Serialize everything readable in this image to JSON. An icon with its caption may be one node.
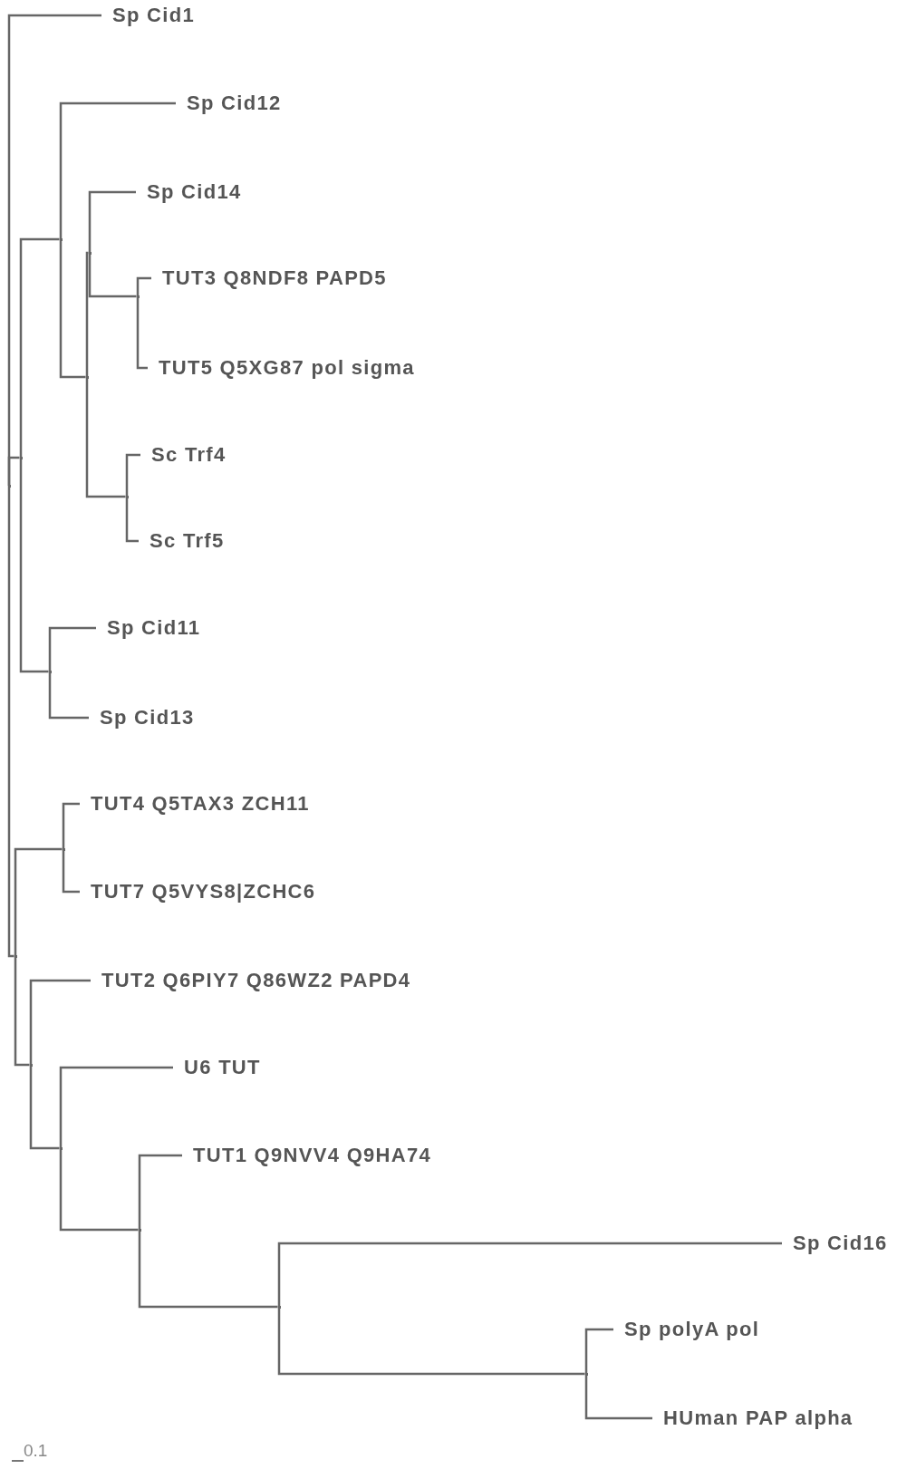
{
  "diagram": {
    "nodes": [
      {
        "text": [],
        "shape": "point"
      },
      {
        "text": [
          "Sp Cid1"
        ]
      },
      {
        "text": [],
        "shape": "point"
      },
      {
        "text": [],
        "shape": "point"
      },
      {
        "text": [
          "Sp Cid12"
        ]
      },
      {
        "text": [],
        "shape": "point"
      },
      {
        "text": [],
        "shape": "point"
      },
      {
        "text": [
          "Sp Cid14"
        ]
      },
      {
        "text": [],
        "shape": "point"
      },
      {
        "text": [
          "TUT3 Q8NDF8 PAPD5"
        ]
      },
      {
        "text": [
          "TUT5 Q5XG87 pol sigma"
        ]
      },
      {
        "text": [],
        "shape": "point"
      },
      {
        "text": [
          "Sc Trf4"
        ]
      },
      {
        "text": [
          "Sc Trf5"
        ]
      },
      {
        "text": [],
        "shape": "point"
      },
      {
        "text": [
          "Sp Cid11"
        ]
      },
      {
        "text": [
          "Sp Cid13"
        ]
      },
      {
        "text": [],
        "shape": "point"
      },
      {
        "text": [],
        "shape": "point"
      },
      {
        "text": [
          "TUT4 Q5TAX3 ZCH11"
        ]
      },
      {
        "text": [
          "TUT7 Q5VYS8|ZCHC6"
        ]
      },
      {
        "text": [],
        "shape": "point"
      },
      {
        "text": [
          "TUT2 Q6PIY7 Q86WZ2 PAPD4"
        ]
      },
      {
        "text": [],
        "shape": "point"
      },
      {
        "text": [
          "U6 TUT"
        ]
      },
      {
        "text": [],
        "shape": "point"
      },
      {
        "text": [
          "TUT1 Q9NVV4 Q9HA74"
        ]
      },
      {
        "text": [],
        "shape": "point"
      },
      {
        "text": [
          "Sp Cid16"
        ]
      },
      {
        "text": [],
        "shape": "point"
      },
      {
        "text": [
          "Sp polyA pol"
        ]
      },
      {
        "text": [
          "HUman PAP alpha"
        ]
      }
    ],
    "edges": [
      {
        "from": 0,
        "to": 1,
        "arrow": "none"
      },
      {
        "from": 0,
        "to": 2,
        "arrow": "none"
      },
      {
        "from": 2,
        "to": 3,
        "arrow": "none"
      },
      {
        "from": 3,
        "to": 4,
        "arrow": "none"
      },
      {
        "from": 3,
        "to": 5,
        "arrow": "none"
      },
      {
        "from": 5,
        "to": 6,
        "arrow": "none"
      },
      {
        "from": 6,
        "to": 7,
        "arrow": "none"
      },
      {
        "from": 6,
        "to": 8,
        "arrow": "none"
      },
      {
        "from": 8,
        "to": 9,
        "arrow": "none"
      },
      {
        "from": 8,
        "to": 10,
        "arrow": "none"
      },
      {
        "from": 5,
        "to": 11,
        "arrow": "none"
      },
      {
        "from": 11,
        "to": 12,
        "arrow": "none"
      },
      {
        "from": 11,
        "to": 13,
        "arrow": "none"
      },
      {
        "from": 2,
        "to": 14,
        "arrow": "none"
      },
      {
        "from": 14,
        "to": 15,
        "arrow": "none"
      },
      {
        "from": 14,
        "to": 16,
        "arrow": "none"
      },
      {
        "from": 0,
        "to": 17,
        "arrow": "none"
      },
      {
        "from": 17,
        "to": 18,
        "arrow": "none"
      },
      {
        "from": 18,
        "to": 19,
        "arrow": "none"
      },
      {
        "from": 18,
        "to": 20,
        "arrow": "none"
      },
      {
        "from": 17,
        "to": 21,
        "arrow": "none"
      },
      {
        "from": 21,
        "to": 22,
        "arrow": "none"
      },
      {
        "from": 21,
        "to": 23,
        "arrow": "none"
      },
      {
        "from": 23,
        "to": 24,
        "arrow": "none"
      },
      {
        "from": 23,
        "to": 25,
        "arrow": "none"
      },
      {
        "from": 25,
        "to": 26,
        "arrow": "none"
      },
      {
        "from": 25,
        "to": 27,
        "arrow": "none"
      },
      {
        "from": 27,
        "to": 28,
        "arrow": "none"
      },
      {
        "from": 27,
        "to": 29,
        "arrow": "none"
      },
      {
        "from": 29,
        "to": 30,
        "arrow": "none"
      },
      {
        "from": 29,
        "to": 31,
        "arrow": "none"
      }
    ],
    "labels": [
      "0.1"
    ]
  }
}
